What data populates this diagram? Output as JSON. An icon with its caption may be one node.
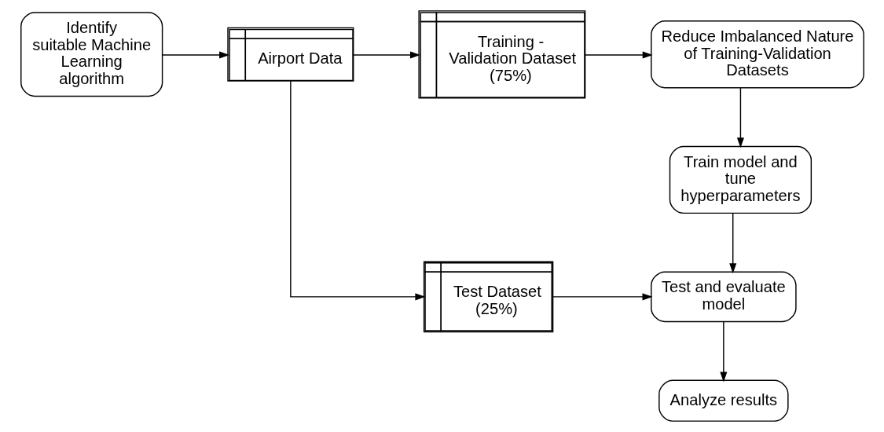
{
  "diagram": {
    "nodes": [
      {
        "text": [
          "Identify suitable Machine Learning algorithm"
        ]
      },
      {
        "text": [
          "Airport Data"
        ]
      },
      {
        "text": [
          "Training - Validation Dataset (75%)"
        ]
      },
      {
        "text": [
          "Reduce Imbalanced Nature of Training-Validation Datasets"
        ]
      },
      {
        "text": [
          "Train model and tune hyperparameters"
        ]
      },
      {
        "text": [
          "Test Dataset (25%)"
        ]
      },
      {
        "text": [
          "Test and evaluate model"
        ]
      },
      {
        "text": [
          "Analyze results"
        ]
      }
    ],
    "edges": [
      {
        "from": 0,
        "to": 1,
        "arrow": "to"
      },
      {
        "from": 1,
        "to": 2,
        "arrow": "to"
      },
      {
        "from": 2,
        "to": 3,
        "arrow": "to"
      },
      {
        "from": 3,
        "to": 4,
        "arrow": "to"
      },
      {
        "from": 4,
        "to": 6,
        "arrow": "to"
      },
      {
        "from": 1,
        "to": 5,
        "arrow": "to"
      },
      {
        "from": 5,
        "to": 6,
        "arrow": "to"
      },
      {
        "from": 6,
        "to": 7,
        "arrow": "to"
      }
    ]
  }
}
